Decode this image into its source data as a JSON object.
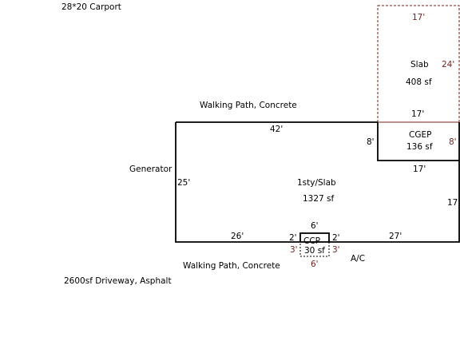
{
  "notes": {
    "carport": "28*20 Carport",
    "driveway": "2600sf Driveway, Asphalt",
    "walk_top": "Walking Path, Concrete",
    "walk_bottom": "Walking Path, Concrete",
    "generator": "Generator",
    "ac": "A/C"
  },
  "areas": {
    "slab": {
      "name": "Slab",
      "area": "408 sf"
    },
    "cgep": {
      "name": "CGEP",
      "area": "136 sf"
    },
    "main": {
      "name": "1sty/Slab",
      "area": "1327 sf"
    },
    "ccp": {
      "name": "CCP",
      "area": "30 sf"
    }
  },
  "dimensions": {
    "slab_top": "17'",
    "slab_side": "24'",
    "slab_bottom": "17'",
    "main_top": "42'",
    "cgep_left": "8'",
    "cgep_right": "8'",
    "cgep_bottom": "17'",
    "main_left": "25'",
    "main_right": "17'",
    "main_bottom_left": "26'",
    "main_bottom_right": "27'",
    "ccp_top": "6'",
    "ccp_left_upper": "2'",
    "ccp_right_upper": "2'",
    "ccp_left_lower": "3'",
    "ccp_right_lower": "3'",
    "ccp_bottom": "6'"
  },
  "colors": {
    "wall": "#000000",
    "dashed": "#7a1f1f",
    "dim_red": "#7a1f1f",
    "background": "#ffffff"
  }
}
